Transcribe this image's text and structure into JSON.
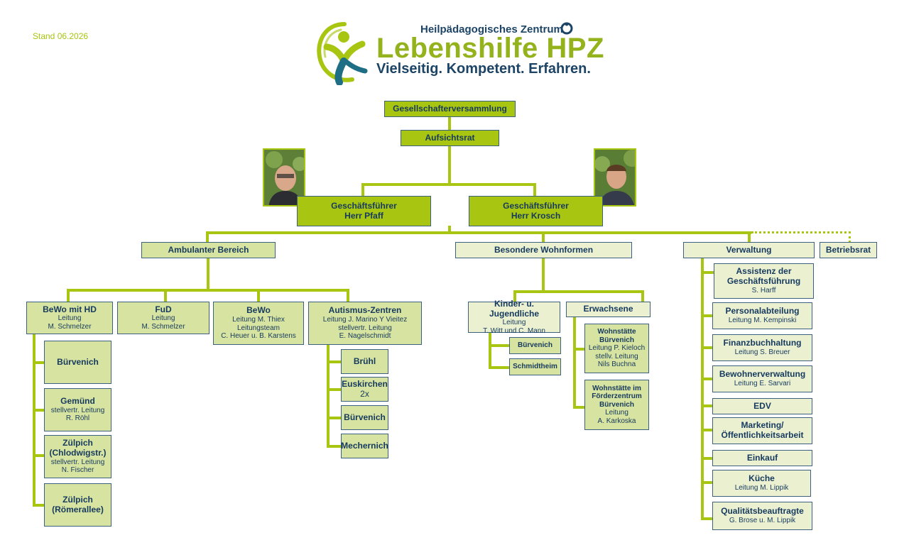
{
  "stand": "Stand  06.2026",
  "logo": {
    "line1": "Heilpädagogisches Zentrum",
    "line2": "Lebenshilfe HPZ",
    "line3": "Vielseitig. Kompetent. Erfahren."
  },
  "top": {
    "gesellschafter": "Gesellschafterversammlung",
    "aufsichtsrat": "Aufsichtsrat"
  },
  "gf1": {
    "title": "Geschäftsführer",
    "name": "Herr Pfaff"
  },
  "gf2": {
    "title": "Geschäftsführer",
    "name": "Herr Krosch"
  },
  "areas": {
    "ambulant": "Ambulanter Bereich",
    "wohnformen": "Besondere Wohnformen",
    "verwaltung": "Verwaltung",
    "betriebsrat": "Betriebsrat"
  },
  "bewo_hd": {
    "title": "BeWo mit HD",
    "l1": "Leitung",
    "l2": "M. Schmelzer"
  },
  "fud": {
    "title": "FuD",
    "l1": "Leitung",
    "l2": "M. Schmelzer"
  },
  "bewo": {
    "title": "BeWo",
    "l1": "Leitung M. Thiex",
    "l2": "Leitungsteam",
    "l3": "C. Heuer u. B. Karstens"
  },
  "autismus": {
    "title": "Autismus-Zentren",
    "l1": "Leitung J. Marino Y Vieitez",
    "l2": "stellvertr. Leitung",
    "l3": "E. Nagelschmidt"
  },
  "bewo_sub": {
    "buervenich": "Bürvenich",
    "gemuend": {
      "title": "Gemünd",
      "l1": "stellvertr. Leitung",
      "l2": "R. Röhl"
    },
    "zuelpich_ch": {
      "t1": "Zülpich",
      "t2": "(Chlodwigstr.)",
      "l1": "stellvertr. Leitung",
      "l2": "N. Fischer"
    },
    "zuelpich_r": {
      "t1": "Zülpich",
      "t2": "(Römerallee)"
    }
  },
  "aut_sub": {
    "bruehl": "Brühl",
    "euskirchen": "Euskirchen",
    "euskirchen_n": "2x",
    "buervenich": "Bürvenich",
    "mechernich": "Mechernich"
  },
  "kinder": {
    "title": "Kinder- u. Jugendliche",
    "l1": "Leitung",
    "l2": "T. Witt und C. Mann"
  },
  "kinder_sub": {
    "buervenich": "Bürvenich",
    "schmidtheim": "Schmidtheim"
  },
  "erwachsene": "Erwachsene",
  "ws_buervenich": {
    "t1": "Wohnstätte",
    "t2": "Bürvenich",
    "l1": "Leitung P. Kieloch",
    "l2": "stellv. Leitung",
    "l3": "Nils Buchna"
  },
  "ws_foerder": {
    "t1": "Wohnstätte im",
    "t2": "Förderzentrum",
    "t3": "Bürvenich",
    "l1": "Leitung",
    "l2": "A. Karkoska"
  },
  "verw": {
    "assistenz": {
      "t1": "Assistenz der",
      "t2": "Geschäftsführung",
      "l1": "S. Harff"
    },
    "personal": {
      "title": "Personalabteilung",
      "l1": "Leitung M. Kempinski"
    },
    "finanz": {
      "title": "Finanzbuchhaltung",
      "l1": "Leitung S. Breuer"
    },
    "bewohner": {
      "title": "Bewohnerverwaltung",
      "l1": "Leitung E. Sarvari"
    },
    "edv": "EDV",
    "marketing": {
      "t1": "Marketing/",
      "t2": "Öffentlichkeitsarbeit"
    },
    "einkauf": "Einkauf",
    "kueche": {
      "title": "Küche",
      "l1": "Leitung M. Lippik"
    },
    "qualitaet": {
      "title": "Qualitätsbeauftragte",
      "l1": "G. Brose u. M. Lippik"
    }
  },
  "colors": {
    "green_dark": "#a8c511",
    "green_mid": "#d7e3a0",
    "green_pale": "#eaf0d0",
    "navy": "#163a5f",
    "border": "#3d5f80"
  }
}
